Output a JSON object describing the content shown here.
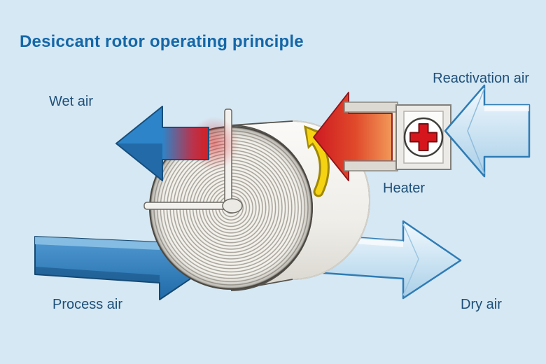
{
  "title": "Desiccant rotor operating principle",
  "labels": {
    "wet_air": "Wet air",
    "reactivation_air": "Reactivation air",
    "heater": "Heater",
    "process_air": "Process air",
    "dry_air": "Dry air"
  },
  "colors": {
    "background": "#d6e8f3",
    "title": "#1467a8",
    "label": "#1d4f79",
    "wet_arrow_blue": "#2e84c8",
    "hot_air_red": "#d31f26",
    "process_air_blue": "#2f7fc0",
    "cool_air_light_blue": "#cfe6f5",
    "rotation_yellow": "#f5d312",
    "heater_cross_red": "#d6161d"
  }
}
